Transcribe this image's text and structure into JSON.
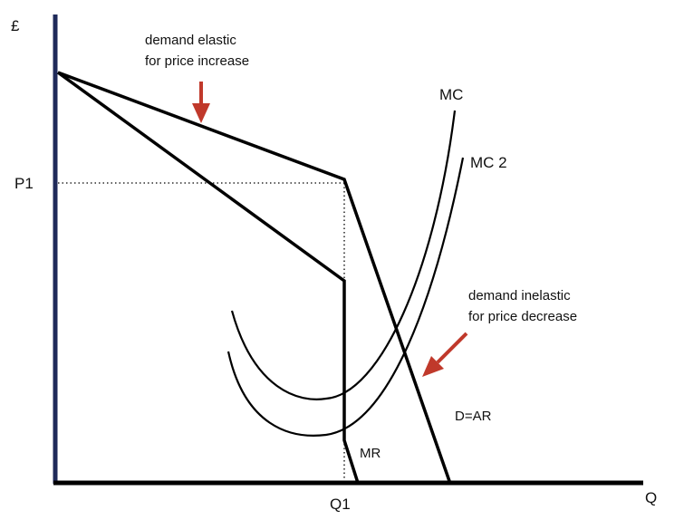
{
  "axes": {
    "y_label": "£",
    "x_label": "Q",
    "price_label": "P1",
    "quantity_label": "Q1"
  },
  "curves": {
    "mc": "MC",
    "mc2": "MC 2",
    "demand": "D=AR",
    "mr": "MR"
  },
  "annotations": {
    "elastic_line1": "demand elastic",
    "elastic_line2": "for price increase",
    "inelastic_line1": "demand inelastic",
    "inelastic_line2": "for price decrease"
  },
  "colors": {
    "y_axis": "#1f2a5a",
    "arrow": "#c0392b",
    "curve": "#000000"
  }
}
